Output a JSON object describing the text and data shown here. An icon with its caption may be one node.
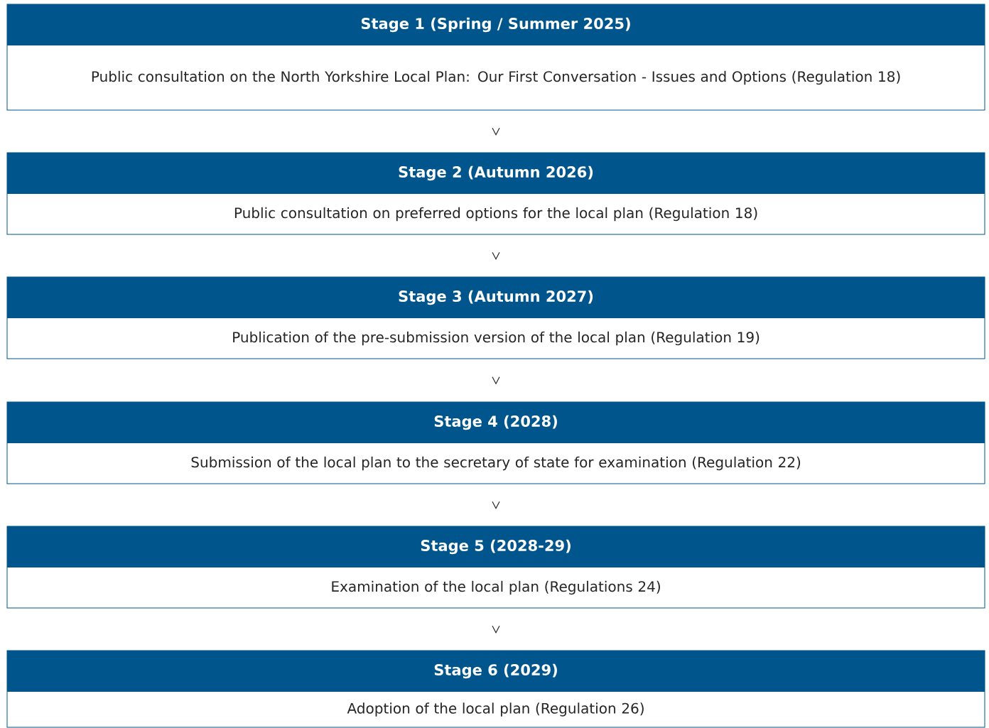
{
  "diagram": {
    "nodes": [
      {
        "text": [
          "Stage 1 (Spring / Summer 2025)",
          "Public consultation on the North Yorkshire Local Plan: Our First Conversation -  Issues and Options (Regulation 18)"
        ]
      },
      {
        "text": [
          "Stage 2 (Autumn 2026)",
          "Public consultation on preferred options for the local plan (Regulation 18)"
        ]
      },
      {
        "text": [
          "Stage 3 (Autumn 2027)",
          "Publication of the pre-submission version of the local plan (Regulation 19)"
        ]
      },
      {
        "text": [
          "Stage 4 (2028)",
          "Submission of the local plan to the secretary of state for examination (Regulation 22)"
        ]
      },
      {
        "text": [
          "Stage 5 (2028-29)",
          "Examination of the local plan (Regulations 24)"
        ]
      },
      {
        "text": [
          "Stage 6 (2029)",
          "Adoption of the local plan (Regulation 26)"
        ]
      }
    ],
    "edges": [
      {
        "from": 0,
        "to": 1,
        "arrow": "to"
      },
      {
        "from": 1,
        "to": 2,
        "arrow": "to"
      },
      {
        "from": 2,
        "to": 3,
        "arrow": "to"
      },
      {
        "from": 3,
        "to": 4,
        "arrow": "to"
      },
      {
        "from": 4,
        "to": 5,
        "arrow": "to"
      }
    ]
  }
}
